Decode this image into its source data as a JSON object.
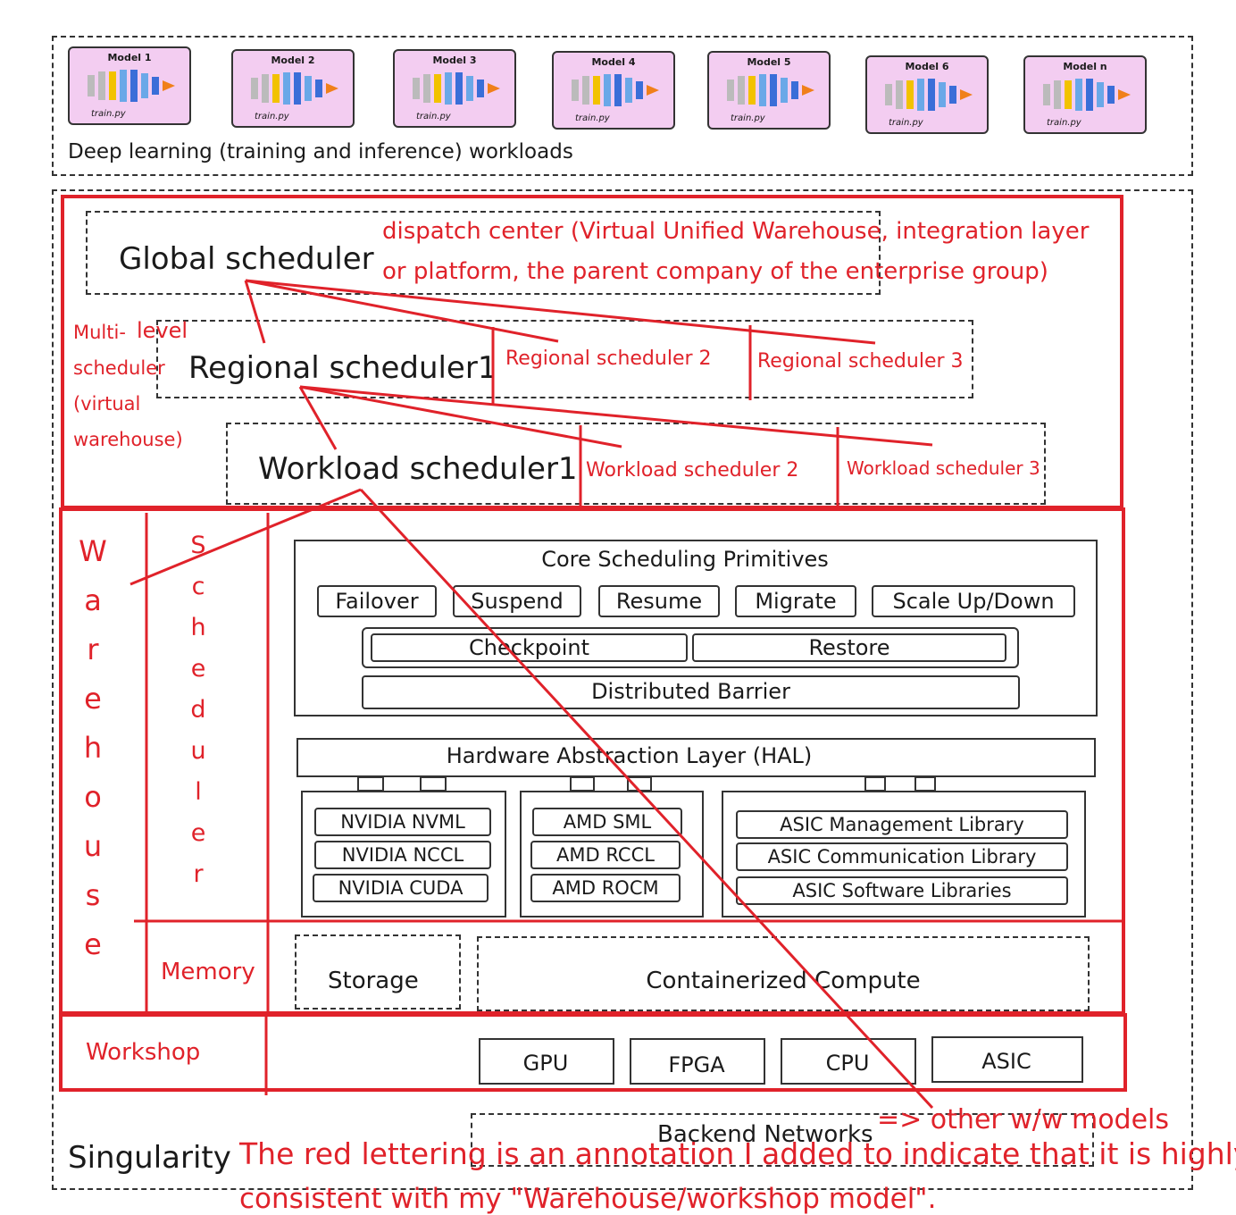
{
  "workloads": {
    "models": [
      {
        "title": "Model 1",
        "file": "train.py"
      },
      {
        "title": "Model 2",
        "file": "train.py"
      },
      {
        "title": "Model 3",
        "file": "train.py"
      },
      {
        "title": "Model 4",
        "file": "train.py"
      },
      {
        "title": "Model 5",
        "file": "train.py"
      },
      {
        "title": "Model 6",
        "file": "train.py"
      },
      {
        "title": "Model n",
        "file": "train.py"
      }
    ],
    "caption": "Deep learning (training and inference) workloads"
  },
  "schedulers": {
    "global": "Global scheduler",
    "regional1": "Regional scheduler1",
    "regional2": "Regional scheduler 2",
    "regional3": "Regional scheduler 3",
    "workload1": "Workload scheduler1",
    "workload2": "Workload scheduler 2",
    "workload3": "Workload scheduler 3"
  },
  "annotations": {
    "dispatch_line1": "dispatch center (Virtual Unified Warehouse, integration layer",
    "dispatch_line2": "or platform, the parent company of the enterprise group)",
    "multilevel": [
      "Multi-",
      "level",
      "scheduler",
      "(virtual",
      "warehouse)"
    ],
    "warehouse_letters": [
      "W",
      "a",
      "r",
      "e",
      "h",
      "o",
      "u",
      "s",
      "e"
    ],
    "scheduler_letters": [
      "S",
      "c",
      "h",
      "e",
      "d",
      "u",
      "l",
      "e",
      "r"
    ],
    "memory": "Memory",
    "workshop": "Workshop",
    "other_models": "=> other w/w models",
    "note_line1": "The red lettering is an annotation I added to indicate that it is highly",
    "note_line2": "consistent with my \"Warehouse/workshop model\"."
  },
  "core": {
    "title": "Core Scheduling Primitives",
    "primitives": [
      "Failover",
      "Suspend",
      "Resume",
      "Migrate",
      "Scale Up/Down"
    ],
    "checkpoint": "Checkpoint",
    "restore": "Restore",
    "barrier": "Distributed Barrier"
  },
  "hal": {
    "title": "Hardware Abstraction Layer (HAL)",
    "nvidia": [
      "NVIDIA NVML",
      "NVIDIA NCCL",
      "NVIDIA CUDA"
    ],
    "amd": [
      "AMD SML",
      "AMD RCCL",
      "AMD ROCM"
    ],
    "asic": [
      "ASIC Management Library",
      "ASIC Communication Library",
      "ASIC Software Libraries"
    ]
  },
  "infra": {
    "storage": "Storage",
    "compute": "Containerized Compute",
    "hardware": [
      "GPU",
      "FPGA",
      "CPU",
      "ASIC"
    ],
    "network": "Backend Networks",
    "brand": "Singularity"
  },
  "colors": {
    "annotation": "#e0222a",
    "model_bg": "#f3cdf1"
  }
}
